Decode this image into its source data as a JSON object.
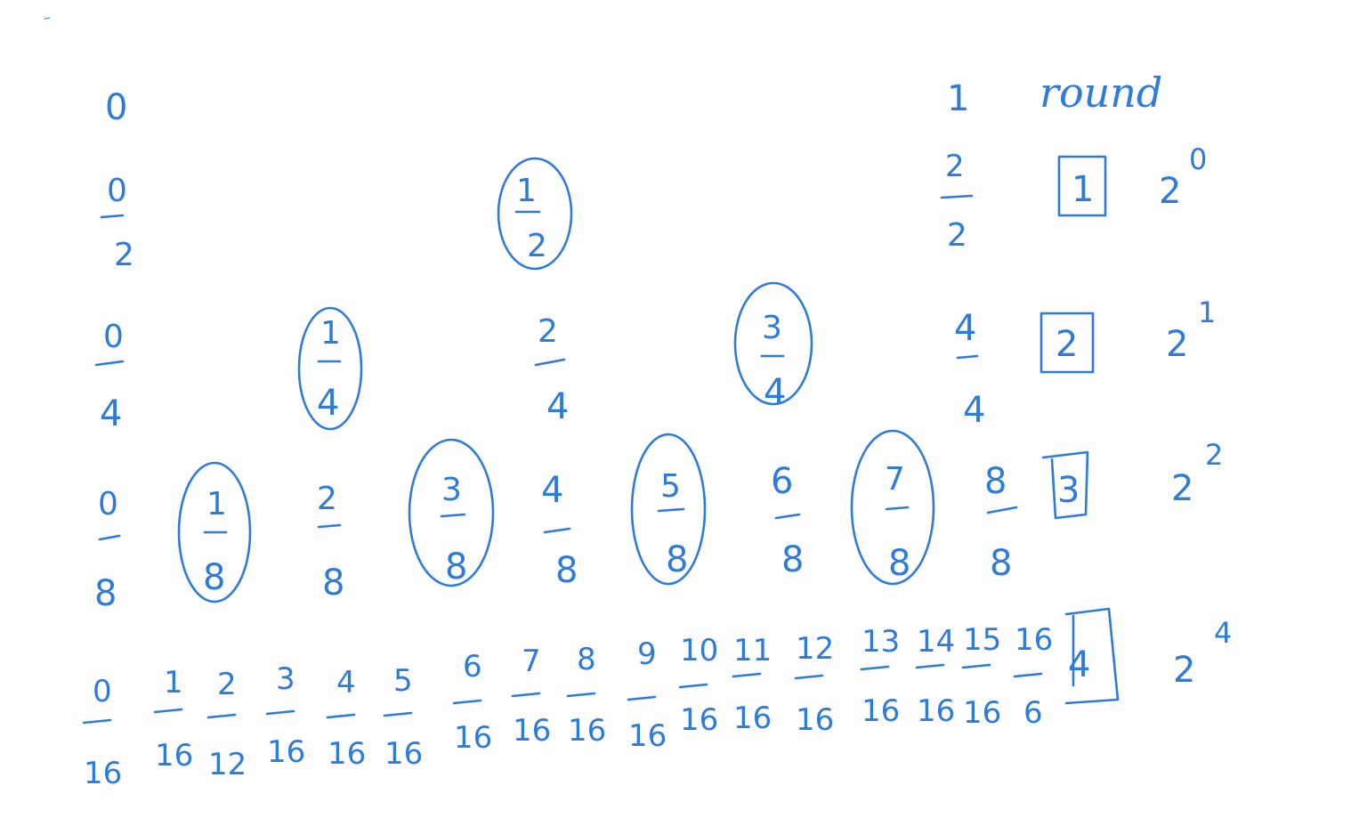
{
  "top_row": {
    "left": "0",
    "right": "1",
    "word": "round"
  },
  "rows": [
    {
      "fractions": [
        {
          "num": "0",
          "den": "2",
          "circled": false
        },
        {
          "num": "1",
          "den": "2",
          "circled": true
        },
        {
          "num": "2",
          "den": "2",
          "circled": false
        }
      ],
      "round_label": "1",
      "power_base": "2",
      "power_exp": "0"
    },
    {
      "fractions": [
        {
          "num": "0",
          "den": "4",
          "circled": false
        },
        {
          "num": "1",
          "den": "4",
          "circled": true
        },
        {
          "num": "2",
          "den": "4",
          "circled": false
        },
        {
          "num": "3",
          "den": "4",
          "circled": true
        },
        {
          "num": "4",
          "den": "4",
          "circled": false
        }
      ],
      "round_label": "2",
      "power_base": "2",
      "power_exp": "1"
    },
    {
      "fractions": [
        {
          "num": "0",
          "den": "8",
          "circled": false
        },
        {
          "num": "1",
          "den": "8",
          "circled": true
        },
        {
          "num": "2",
          "den": "8",
          "circled": false
        },
        {
          "num": "3",
          "den": "8",
          "circled": true
        },
        {
          "num": "4",
          "den": "8",
          "circled": false
        },
        {
          "num": "5",
          "den": "8",
          "circled": true
        },
        {
          "num": "6",
          "den": "8",
          "circled": false
        },
        {
          "num": "7",
          "den": "8",
          "circled": true
        },
        {
          "num": "8",
          "den": "8",
          "circled": false
        }
      ],
      "round_label": "3",
      "power_base": "2",
      "power_exp": "2"
    },
    {
      "fractions": [
        {
          "num": "0",
          "den": "16",
          "circled": false
        },
        {
          "num": "1",
          "den": "16",
          "circled": false
        },
        {
          "num": "2",
          "den": "12",
          "circled": false
        },
        {
          "num": "3",
          "den": "16",
          "circled": false
        },
        {
          "num": "4",
          "den": "16",
          "circled": false
        },
        {
          "num": "5",
          "den": "16",
          "circled": false
        },
        {
          "num": "6",
          "den": "16",
          "circled": false
        },
        {
          "num": "7",
          "den": "16",
          "circled": false
        },
        {
          "num": "8",
          "den": "16",
          "circled": false
        },
        {
          "num": "9",
          "den": "16",
          "circled": false
        },
        {
          "num": "10",
          "den": "16",
          "circled": false
        },
        {
          "num": "11",
          "den": "16",
          "circled": false
        },
        {
          "num": "12",
          "den": "16",
          "circled": false
        },
        {
          "num": "13",
          "den": "16",
          "circled": false
        },
        {
          "num": "14",
          "den": "16",
          "circled": false
        },
        {
          "num": "15",
          "den": "16",
          "circled": false
        },
        {
          "num": "16",
          "den": "6",
          "circled": false
        }
      ],
      "round_label": "4",
      "power_base": "2",
      "power_exp": "4"
    }
  ],
  "colors": {
    "ink": "#2f7bd8",
    "background": "#ffffff"
  }
}
